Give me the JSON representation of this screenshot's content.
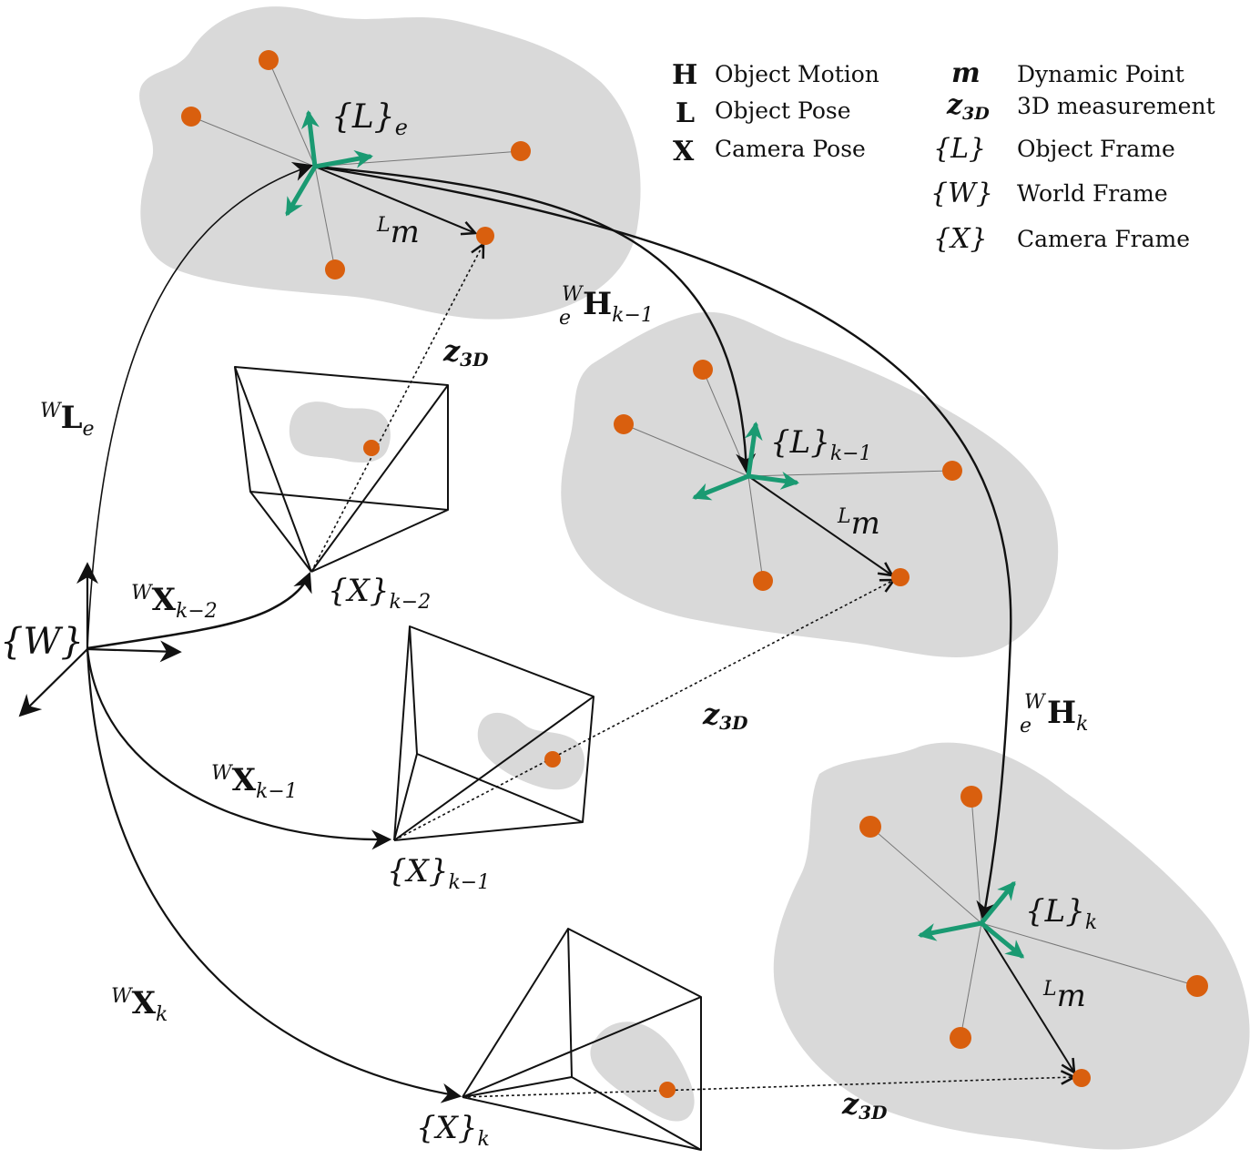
{
  "legend": {
    "left": [
      {
        "symbol": "H",
        "label": "Object Motion"
      },
      {
        "symbol": "L",
        "label": "Object Pose"
      },
      {
        "symbol": "X",
        "label": "Camera Pose"
      }
    ],
    "right": [
      {
        "symbol": "m",
        "label": "Dynamic Point"
      },
      {
        "symbol_main": "z",
        "symbol_sub": "3D",
        "label": "3D measurement"
      },
      {
        "symbol": "{L}",
        "label": "Object Frame"
      },
      {
        "symbol": "{W}",
        "label": "World Frame"
      },
      {
        "symbol": "{X}",
        "label": "Camera Frame"
      }
    ]
  },
  "frames": {
    "world": "{W}",
    "object_e": {
      "main": "{L}",
      "sub": "e"
    },
    "object_k1": {
      "main": "{L}",
      "sub": "k−1"
    },
    "object_k": {
      "main": "{L}",
      "sub": "k"
    },
    "camera_k2": {
      "main": "{X}",
      "sub": "k−2"
    },
    "camera_k1": {
      "main": "{X}",
      "sub": "k−1"
    },
    "camera_k": {
      "main": "{X}",
      "sub": "k"
    }
  },
  "transforms": {
    "WLe": {
      "pre": "W",
      "main": "L",
      "sub": "e"
    },
    "WXk2": {
      "pre": "W",
      "main": "X",
      "sub": "k−2"
    },
    "WXk1": {
      "pre": "W",
      "main": "X",
      "sub": "k−1"
    },
    "WXk": {
      "pre": "W",
      "main": "X",
      "sub": "k"
    },
    "WeHk1": {
      "pre": "W",
      "presub": "e",
      "main": "H",
      "sub": "k−1"
    },
    "WeHk": {
      "pre": "W",
      "presub": "e",
      "main": "H",
      "sub": "k"
    }
  },
  "points": {
    "Lm": {
      "pre": "L",
      "main": "m"
    }
  },
  "measurements": {
    "z3D": {
      "main": "z",
      "sub": "3D"
    }
  },
  "colors": {
    "blob": "#d9d9d9",
    "point": "#d95f0e",
    "frame_axes": "#1a9a72",
    "lines": "#111111"
  }
}
